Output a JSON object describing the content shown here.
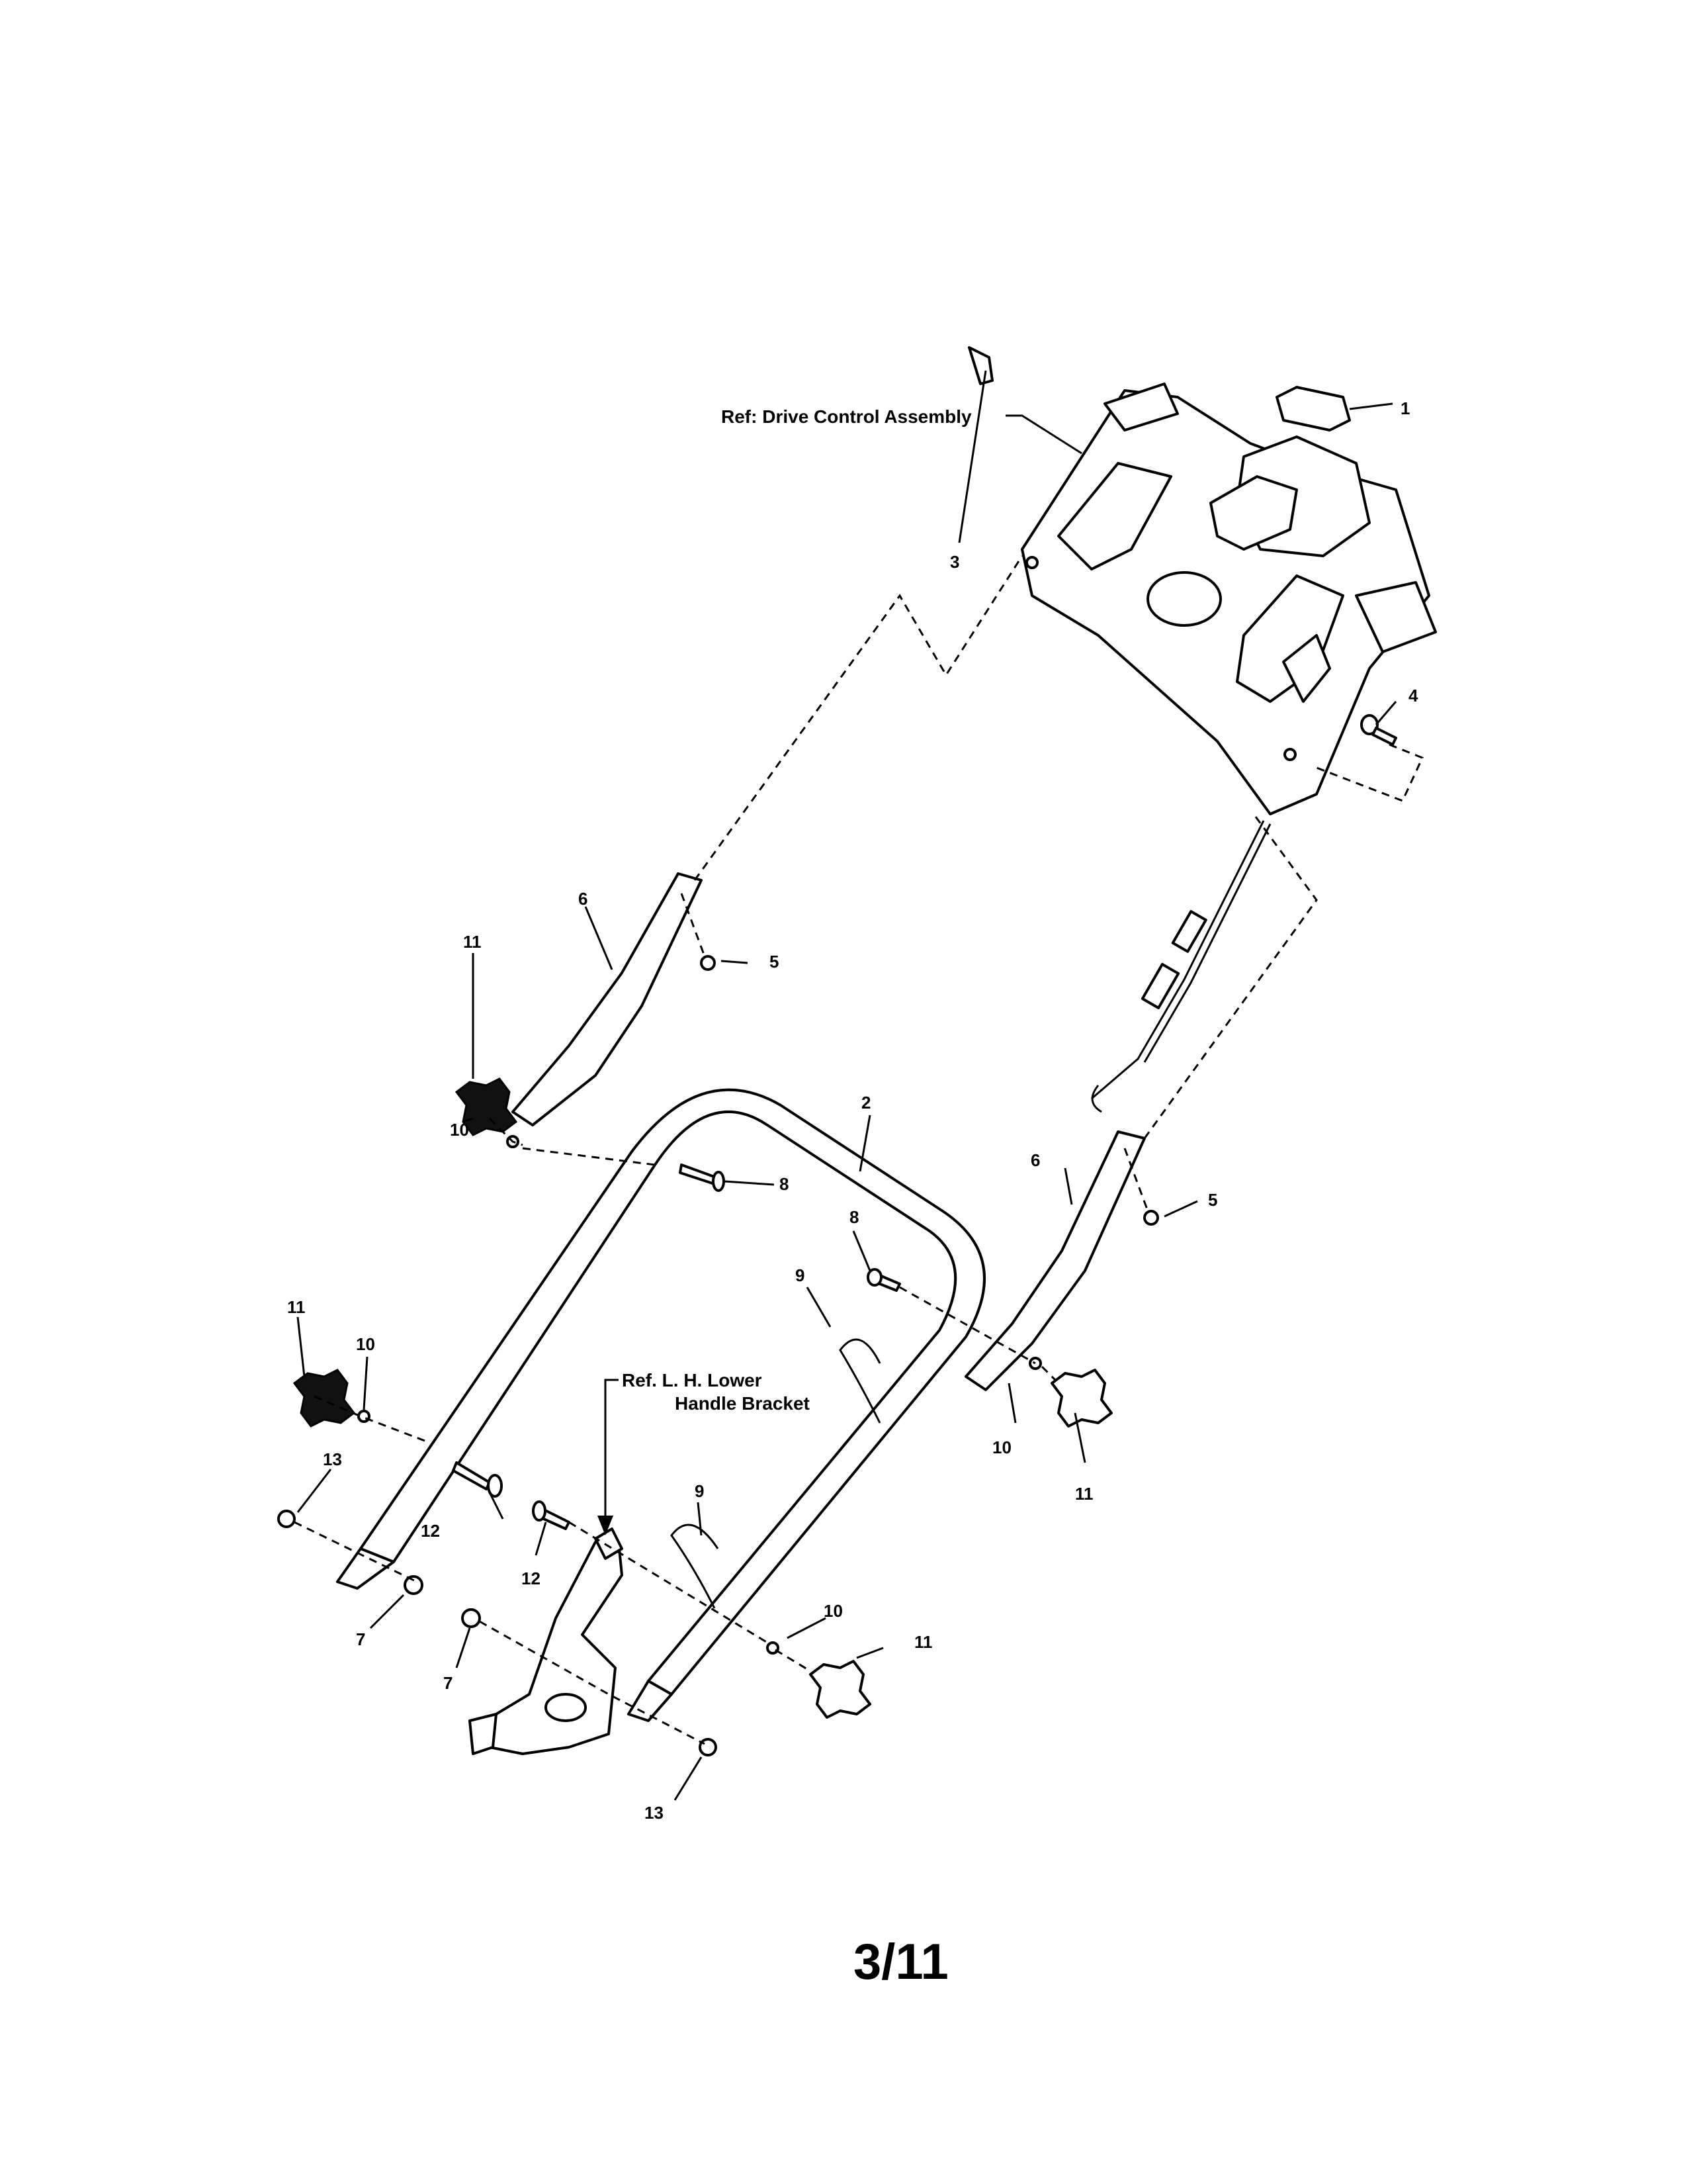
{
  "references": {
    "drive_control": "Ref: Drive Control Assembly",
    "lh_bracket_line1": "Ref. L. H. Lower",
    "lh_bracket_line2": "Handle Bracket"
  },
  "callouts": {
    "c1": "1",
    "c2": "2",
    "c3": "3",
    "c4": "4",
    "c5a": "5",
    "c5b": "5",
    "c6a": "6",
    "c6b": "6",
    "c7a": "7",
    "c7b": "7",
    "c8a": "8",
    "c8b": "8",
    "c9a": "9",
    "c9b": "9",
    "c10a": "10",
    "c10b": "10",
    "c10c": "10",
    "c10d": "10",
    "c11a": "11",
    "c11b": "11",
    "c11c": "11",
    "c11d": "11",
    "c12a": "12",
    "c12b": "12",
    "c13a": "13",
    "c13b": "13"
  },
  "page_number": "3/11"
}
